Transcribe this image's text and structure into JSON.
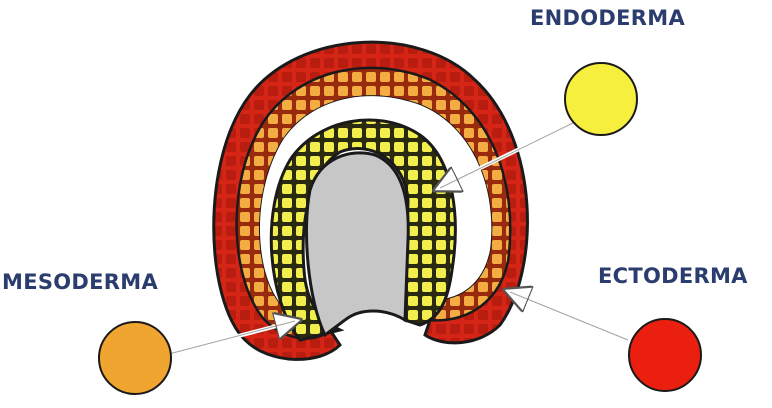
{
  "labels": {
    "endoderm": "ENDODERMA",
    "mesoderm": "MESODERMA",
    "ectoderm": "ECTODERMA"
  },
  "colors": {
    "label_text": "#2b3d6e",
    "ectoderm": "#d42516",
    "ectoderm_cell": "#b81d10",
    "mesoderm": "#f0a530",
    "mesoderm_cell": "#f7c06a",
    "endoderm": "#f1ee4e",
    "endoderm_cell": "#fbf9a6",
    "cavity": "#c7c7c7",
    "arrow": "#ffffff",
    "outline": "#1a1a1a"
  }
}
